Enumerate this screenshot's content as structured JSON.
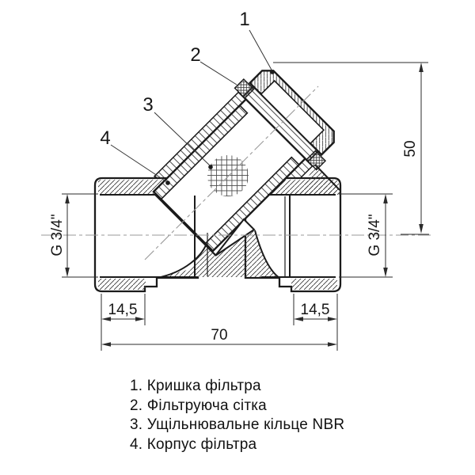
{
  "callouts": {
    "c1": "1",
    "c2": "2",
    "c3": "3",
    "c4": "4"
  },
  "dims": {
    "thread_left": "G 3/4\"",
    "thread_right": "G 3/4\"",
    "height": "50",
    "depth_left": "14,5",
    "depth_right": "14,5",
    "width_total": "70"
  },
  "legend": {
    "items": [
      "1. Кришка фільтра",
      "2. Фільтруюча сітка",
      "3. Ущільнювальне кільце NBR",
      "4. Корпус фільтра"
    ]
  },
  "colors": {
    "line": "#1b1b1b",
    "centerline": "#9a9a9a",
    "hatch": "#3a3a3a",
    "background": "#ffffff"
  }
}
